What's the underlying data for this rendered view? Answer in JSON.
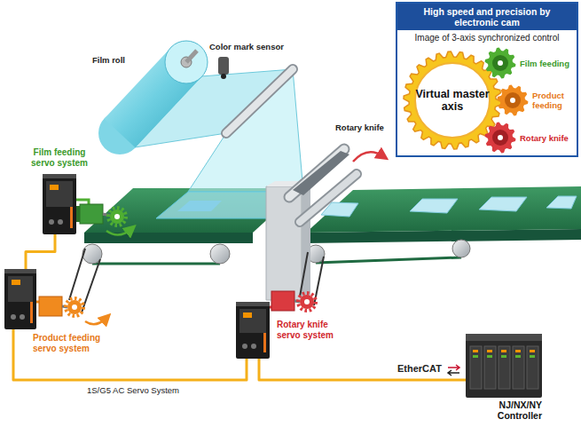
{
  "diagram": {
    "nodes": [
      {
        "text": [
          "High speed and precision by electronic cam",
          "Image of 3-axis synchronized control"
        ]
      },
      {
        "text": [
          "Virtual master axis"
        ],
        "in": 0
      },
      {
        "text": [
          "Film feeding"
        ],
        "in": 0
      },
      {
        "text": [
          "Product feeding"
        ],
        "in": 0
      },
      {
        "text": [
          "Rotary knife"
        ],
        "in": 0
      },
      {
        "text": [
          "Film feeding servo system"
        ]
      },
      {
        "text": [
          "Product feeding servo system"
        ]
      },
      {
        "text": [
          "Rotary knife servo system"
        ]
      },
      {
        "text": [
          "NJ/NX/NY Controller"
        ]
      }
    ],
    "edges": [
      {
        "from": 5,
        "to": 6,
        "arrow": "none"
      },
      {
        "from": 6,
        "to": 7,
        "arrow": "none"
      },
      {
        "from": 7,
        "to": 8,
        "arrow": "none"
      }
    ],
    "labels": [
      "Film roll",
      "Color mark sensor",
      "Rotary knife",
      "1S/G5 AC Servo System",
      "EtherCAT"
    ]
  }
}
